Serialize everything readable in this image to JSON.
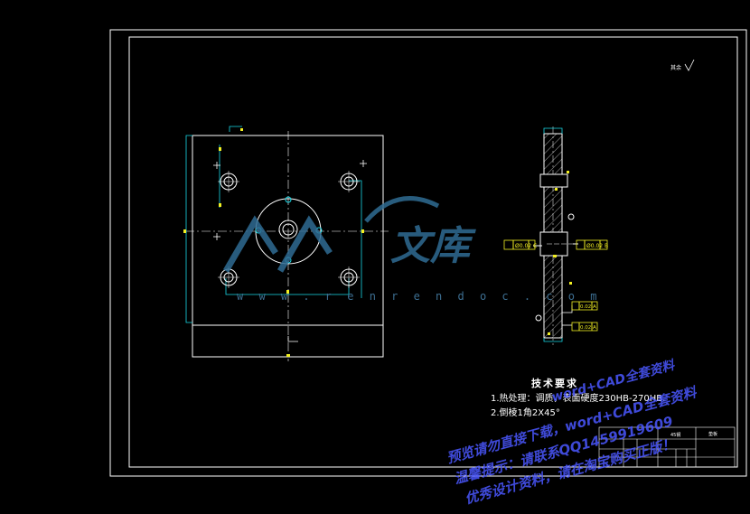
{
  "tech_requirements": {
    "title": "技术要求",
    "line1": "1.热处理：调质，表面硬度230HB-270HB.",
    "line2": "2.倒棱1角2X45°"
  },
  "surface_finish_note": "其余",
  "title_block": {
    "part_name": "垫板",
    "material": "45钢"
  },
  "watermark": {
    "brand": "文库",
    "url": "w w w . r e n r e n d o c . c o m"
  },
  "promo_lines": [
    "预览请勿直接下载，word+CAD全套资料",
    "温馨提示：请联系QQ1459919609",
    "优秀设计资料，请在淘宝购买正版！",
    "word+CAD全套资料"
  ],
  "gdt_callouts": [
    "Ø0.02 C",
    "Ø0.02 B",
    "0.02 A",
    "0.02 A"
  ],
  "colors": {
    "background": "#000000",
    "border": "#ffffff",
    "cyan": "#19d9e8",
    "yellow": "#f2ef22",
    "watermark": "#2f6c93",
    "promo": "#4b57ff"
  }
}
